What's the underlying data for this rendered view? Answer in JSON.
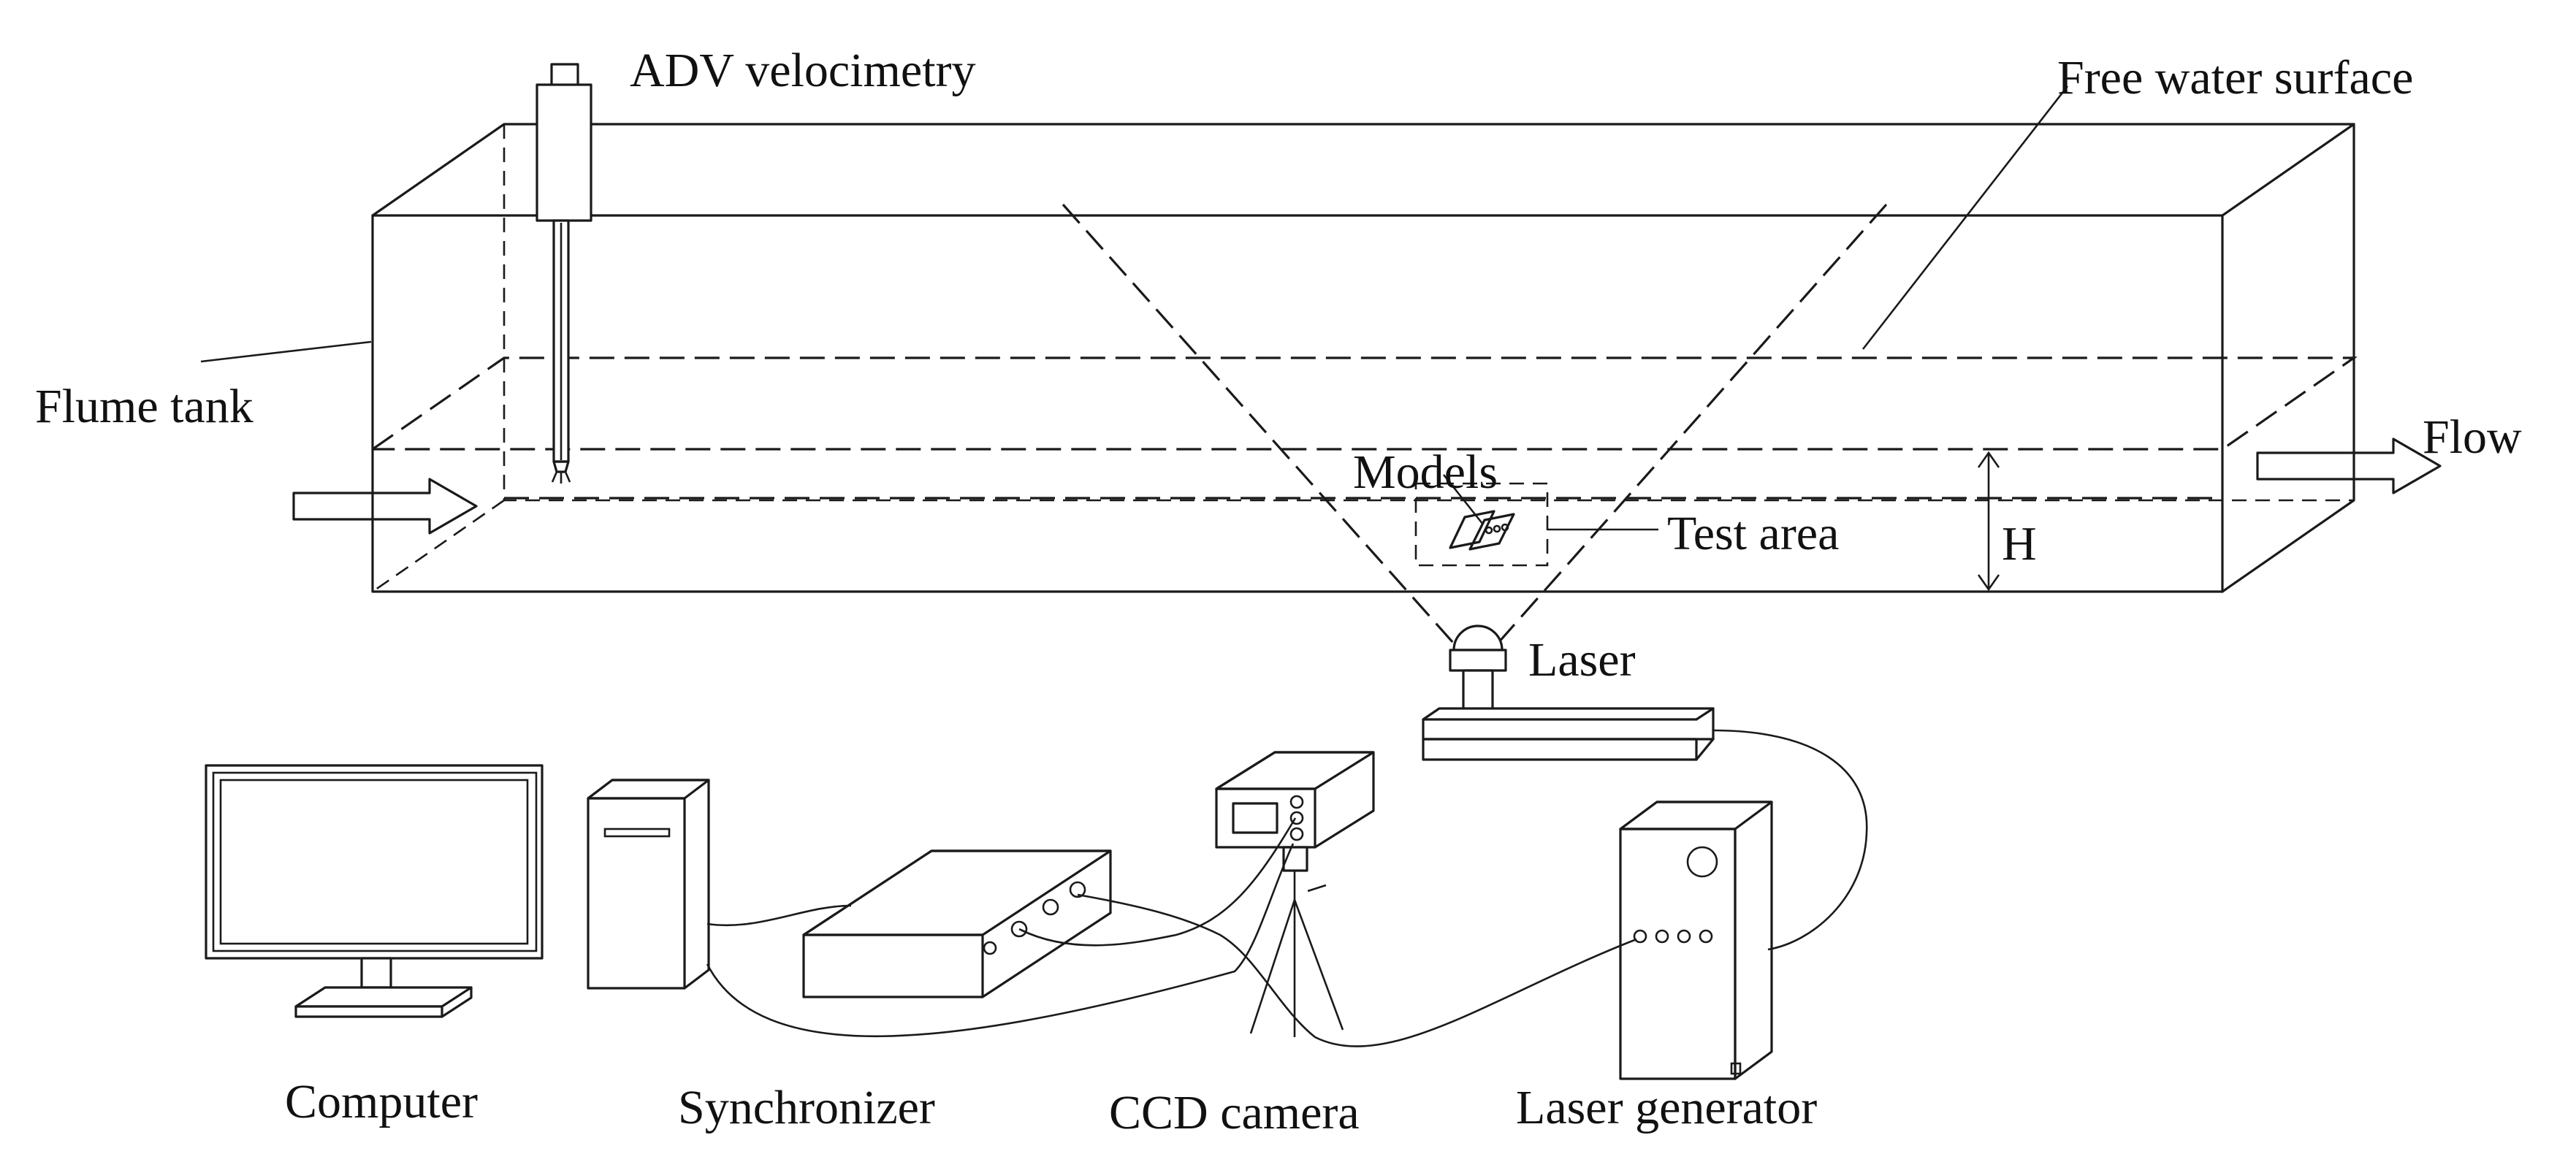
{
  "labels": {
    "adv": "ADV velocimetry",
    "free_surface": "Free water surface",
    "flume": "Flume tank",
    "flow": "Flow",
    "models": "Models",
    "test_area": "Test area",
    "depth": "H",
    "laser": "Laser",
    "computer": "Computer",
    "synchronizer": "Synchronizer",
    "ccd": "CCD camera",
    "laser_generator": "Laser generator"
  }
}
